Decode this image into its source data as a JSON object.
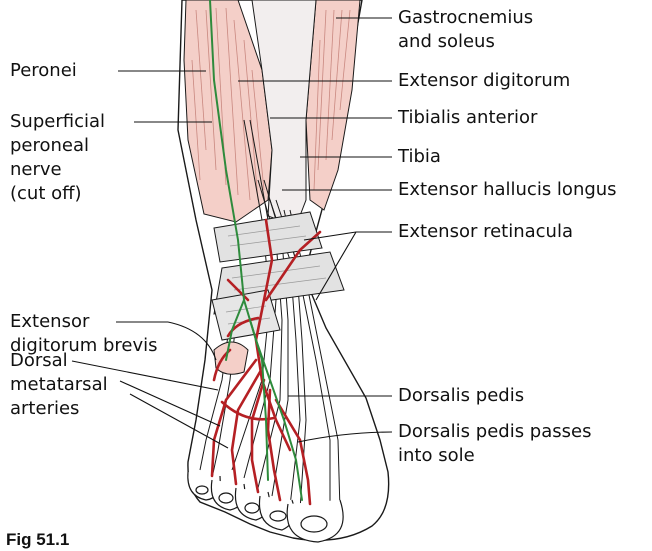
{
  "figure": {
    "caption": "Fig 51.1"
  },
  "labels": {
    "gastrocnemius": "Gastrocnemius\nand soleus",
    "peronei": "Peronei",
    "extensor_digitorum": "Extensor digitorum",
    "tibialis_anterior": "Tibialis anterior",
    "superficial_peroneal_nerve": "Superficial\nperoneal\nnerve\n(cut off)",
    "tibia": "Tibia",
    "extensor_hallucis_longus": "Extensor hallucis longus",
    "extensor_retinacula": "Extensor retinacula",
    "extensor_digitorum_brevis": "Extensor\ndigitorum brevis",
    "dorsal_metatarsal_arteries": "Dorsal\nmetatarsal\narteries",
    "dorsalis_pedis": "Dorsalis pedis",
    "dorsalis_pedis_sole": "Dorsalis pedis passes\ninto sole"
  },
  "colors": {
    "muscle": "#f4cfc8",
    "muscle_fibre": "#c98880",
    "bone_tendon": "#eeeeee",
    "retinaculum": "#e2e2e2",
    "artery": "#b52024",
    "nerve": "#2e8b3c",
    "outline": "#1a1a1a",
    "skin": "#ffffff"
  }
}
